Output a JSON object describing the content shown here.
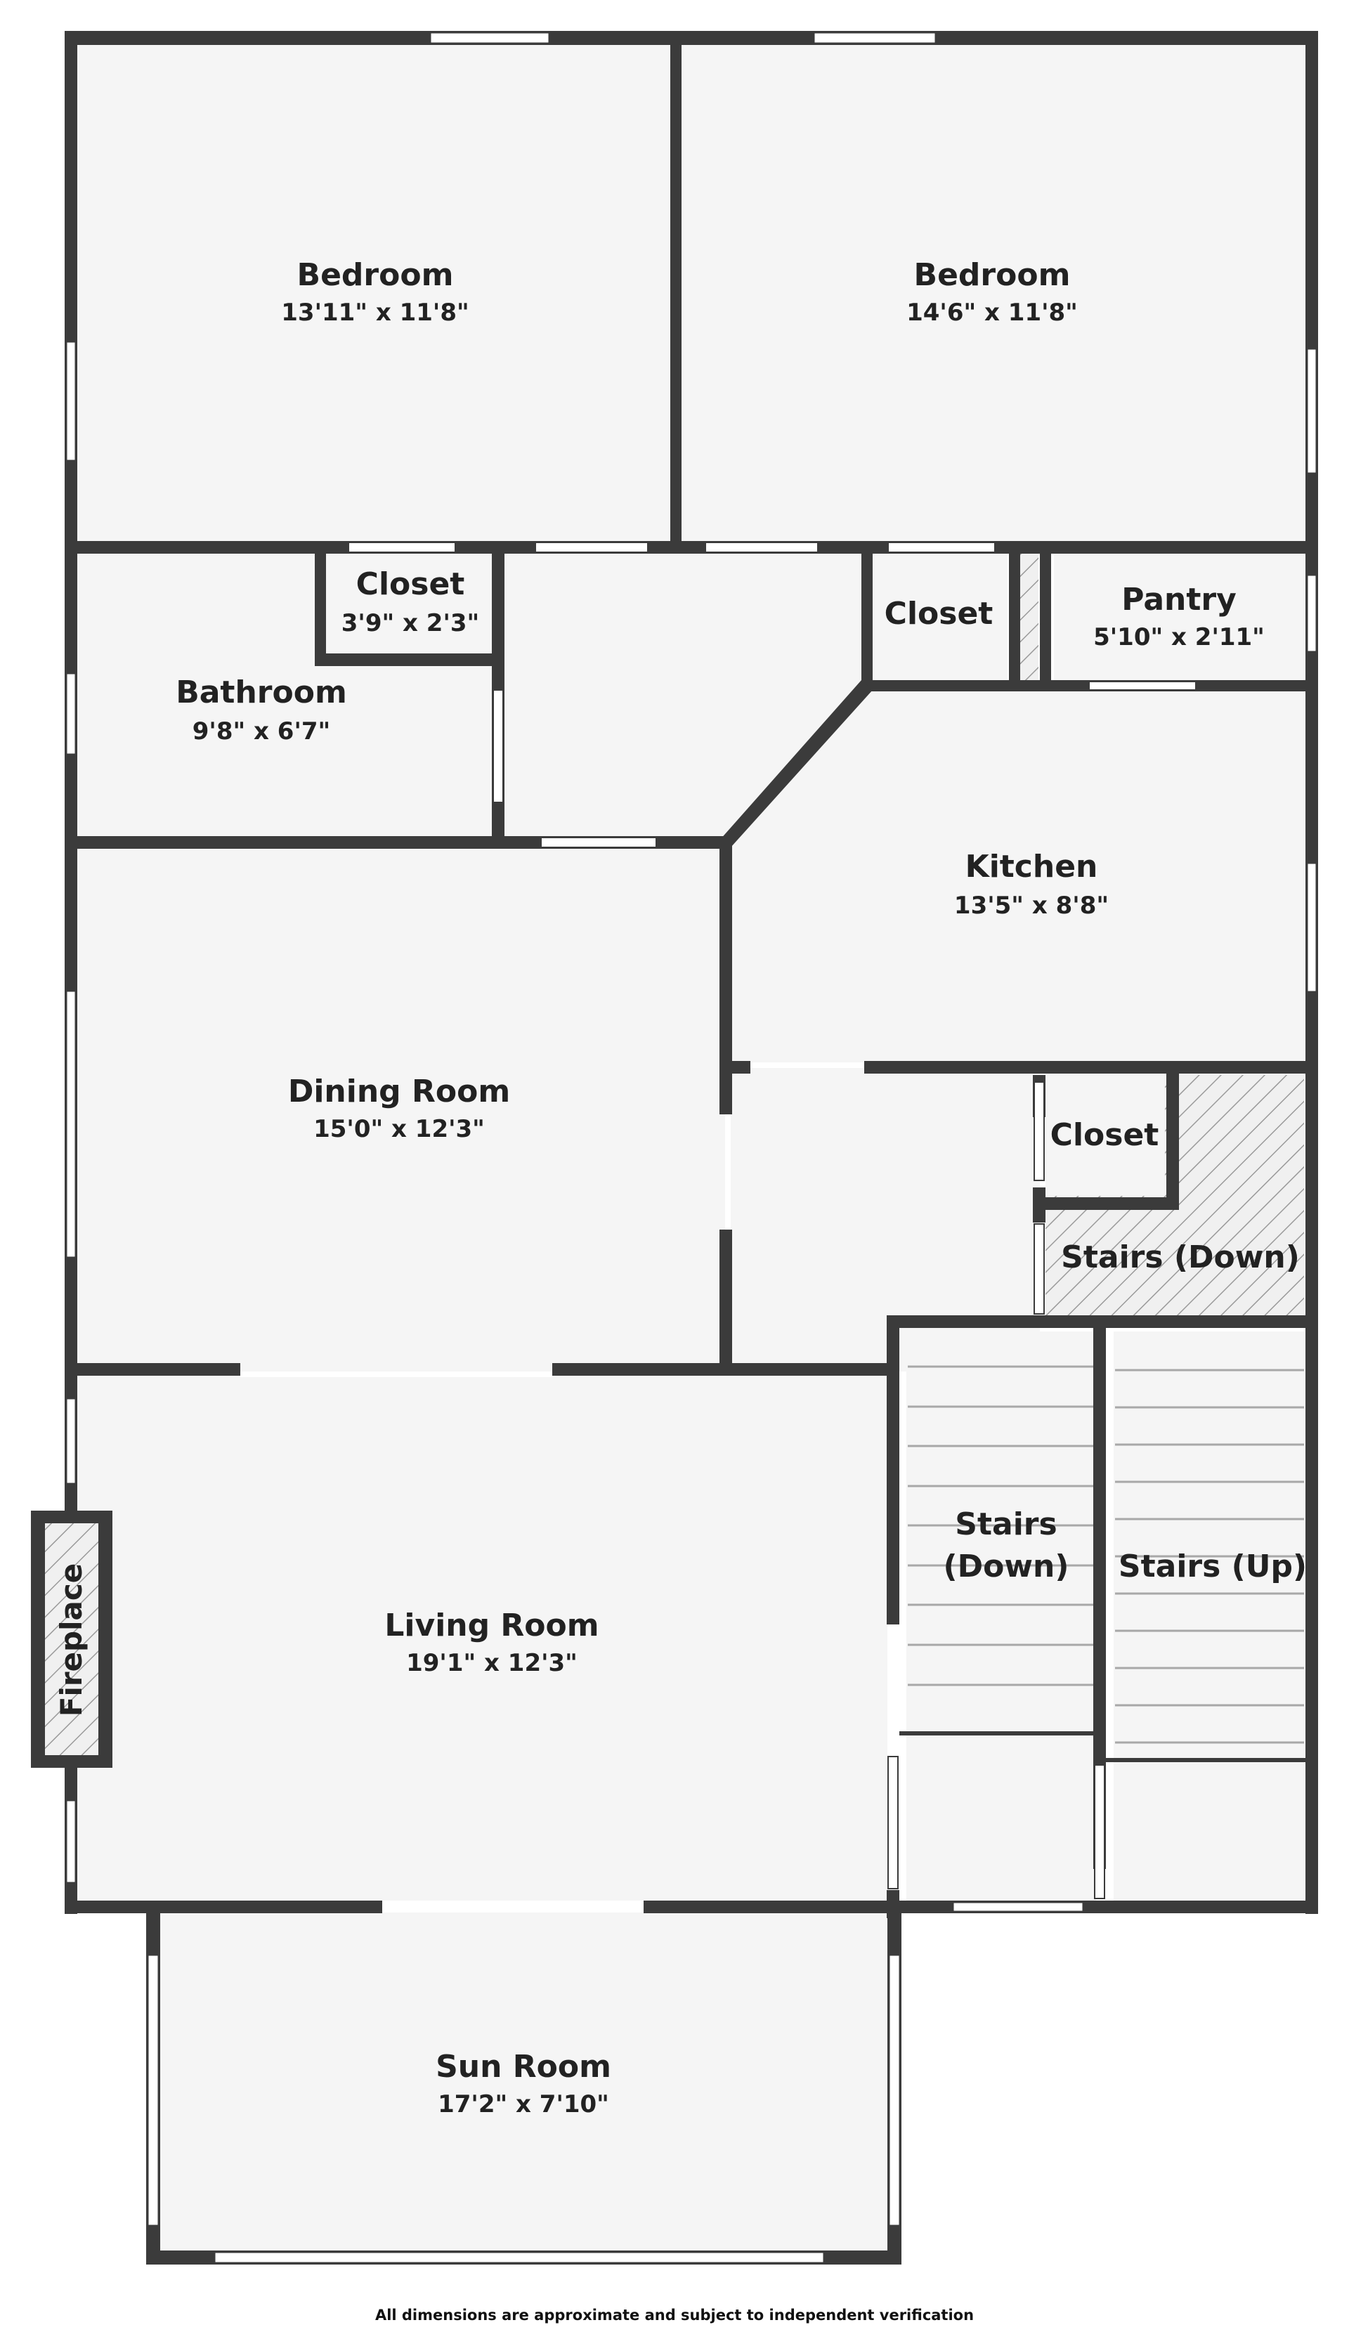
{
  "floorplan": {
    "rooms": [
      {
        "id": "bedroom-left",
        "name": "Bedroom",
        "dims": "13'11\" x 11'8\""
      },
      {
        "id": "bedroom-right",
        "name": "Bedroom",
        "dims": "14'6\" x 11'8\""
      },
      {
        "id": "closet-bath",
        "name": "Closet",
        "dims": "3'9\" x 2'3\""
      },
      {
        "id": "bathroom",
        "name": "Bathroom",
        "dims": "9'8\" x 6'7\""
      },
      {
        "id": "closet-hall",
        "name": "Closet",
        "dims": ""
      },
      {
        "id": "pantry",
        "name": "Pantry",
        "dims": "5'10\" x 2'11\""
      },
      {
        "id": "kitchen",
        "name": "Kitchen",
        "dims": "13'5\" x 8'8\""
      },
      {
        "id": "dining-room",
        "name": "Dining Room",
        "dims": "15'0\" x 12'3\""
      },
      {
        "id": "closet-kitchen",
        "name": "Closet",
        "dims": ""
      },
      {
        "id": "stairs-down-top",
        "name": "Stairs (Down)",
        "dims": ""
      },
      {
        "id": "stairs-down",
        "name_line1": "Stairs",
        "name_line2": "(Down)"
      },
      {
        "id": "stairs-up",
        "name": "Stairs (Up)",
        "dims": ""
      },
      {
        "id": "living-room",
        "name": "Living Room",
        "dims": "19'1\" x 12'3\""
      },
      {
        "id": "sun-room",
        "name": "Sun Room",
        "dims": "17'2\" x 7'10\""
      }
    ],
    "fireplace_label": "Fireplace",
    "footer_note": "All dimensions are approximate and subject to independent verification",
    "colors": {
      "wall": "#3b3b3b",
      "floor": "#f5f5f5",
      "text": "#222222"
    }
  }
}
